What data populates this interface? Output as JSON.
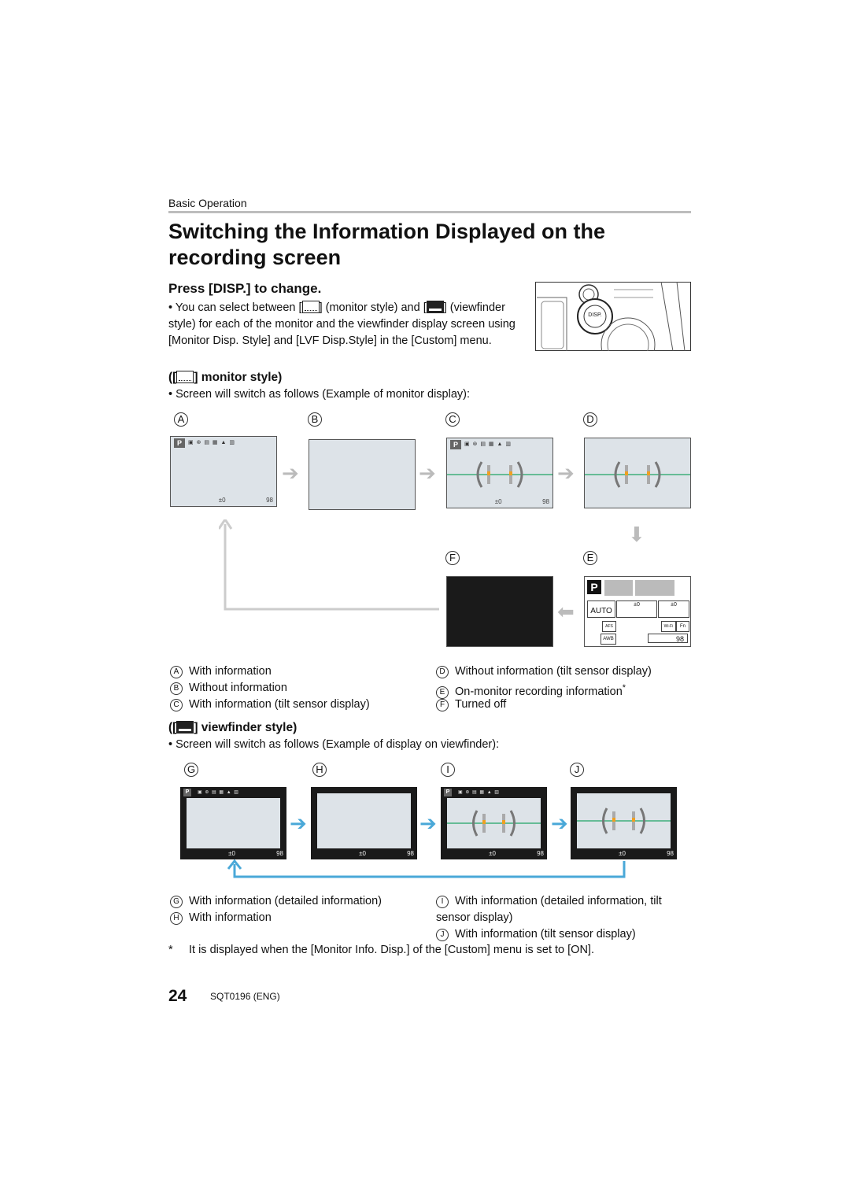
{
  "header": {
    "section": "Basic Operation"
  },
  "title": "Switching the Information Displayed on the recording screen",
  "press_heading": "Press [DISP.] to change.",
  "intro": {
    "part1": "You can select between [",
    "part2": "] (monitor style) and [",
    "part3": "] (viewfinder style) for each of the monitor and the viewfinder display screen using [Monitor Disp. Style] and [LVF Disp.Style] in the [Custom] menu."
  },
  "disp_button_label": "DISP.",
  "monitor_style": {
    "heading_suffix": "] monitor style)",
    "heading_prefix": "([",
    "description": "Screen will switch as follows (Example of monitor display):",
    "labels": [
      "A",
      "B",
      "C",
      "D",
      "F",
      "E"
    ],
    "legend": [
      {
        "key": "A",
        "text": "With information"
      },
      {
        "key": "B",
        "text": "Without information"
      },
      {
        "key": "C",
        "text": "With information (tilt sensor display)"
      },
      {
        "key": "D",
        "text": "Without information (tilt sensor display)"
      },
      {
        "key": "E",
        "text": "On-monitor recording information",
        "mark": "*"
      },
      {
        "key": "F",
        "text": "Turned off"
      }
    ]
  },
  "viewfinder_style": {
    "heading_prefix": "([",
    "heading_suffix": "] viewfinder style)",
    "description": "Screen will switch as follows (Example of display on viewfinder):",
    "labels": [
      "G",
      "H",
      "I",
      "J"
    ],
    "legend": [
      {
        "key": "G",
        "text": "With information (detailed information)"
      },
      {
        "key": "H",
        "text": "With information"
      },
      {
        "key": "I",
        "text": "With information (detailed information, tilt sensor display)"
      },
      {
        "key": "J",
        "text": "With information (tilt sensor display)"
      }
    ]
  },
  "screen_text": {
    "mode": "P",
    "count": "98",
    "exposure": "±0",
    "auto": "AUTO",
    "wifi": "Wi-Fi",
    "fn": "Fn",
    "awb": "AWB",
    "afs": "AFS"
  },
  "footnote": {
    "mark": "*",
    "text": "It is displayed when the [Monitor Info. Disp.] of the [Custom] menu is set to [ON]."
  },
  "footer": {
    "page": "24",
    "code": "SQT0196 (ENG)"
  }
}
